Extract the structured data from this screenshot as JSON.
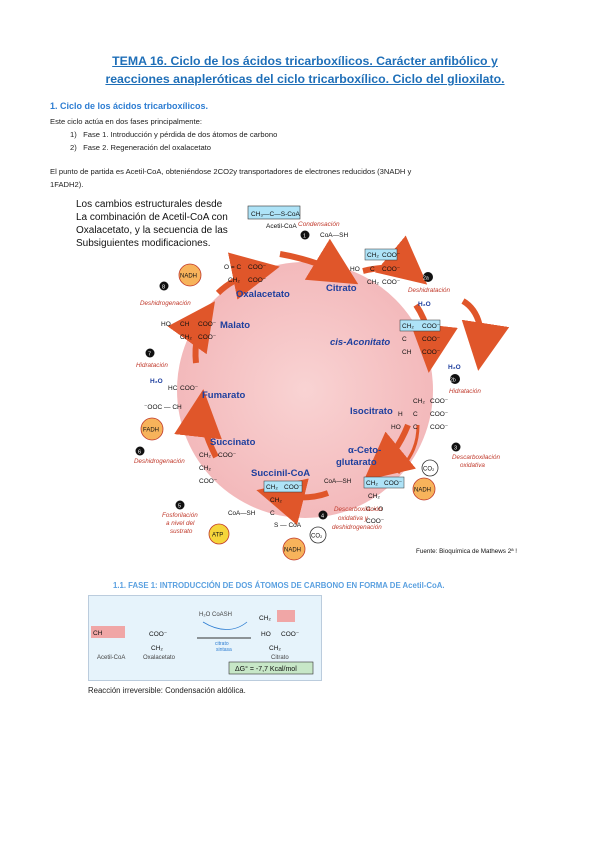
{
  "document": {
    "title_line1": "TEMA 16. Ciclo de los ácidos tricarboxílicos. Carácter anfibólico y",
    "title_line2": "reacciones anapleróticas del ciclo tricarboxílico. Ciclo del glioxilato.",
    "section1_heading": "1. Ciclo de los ácidos tricarboxílicos.",
    "intro": "Este ciclo actúa en dos fases principalmente:",
    "phases": [
      {
        "num": "1)",
        "text": "Fase 1. Introducción y pérdida de dos átomos de carbono"
      },
      {
        "num": "2)",
        "text": "Fase 2. Regeneración del oxalacetato"
      }
    ],
    "start_line1": "El punto de partida es Acetil-CoA, obteniéndose 2CO2y transportadores de electrones reducidos (3NADH y",
    "start_line2": "1FADH2).",
    "subsection_heading": "1.1. FASE 1: INTRODUCCIÓN DE DOS ÁTOMOS DE CARBONO EN FORMA DE Acetil-CoA.",
    "reaction_note": "Reacción irreversible: Condensación aldólica."
  },
  "cycle_figure": {
    "note_lines": [
      "Los cambios estructurales desde",
      "La combinación de Acetil-CoA con",
      "Oxalacetato, y la secuencia de las",
      "Subsiguientes modificaciones."
    ],
    "acetylcoa_label": "Acetil-CoA",
    "acetylcoa_formula": "CH₃—C—S-CoA",
    "coash": "CoA—SH",
    "metabolites": {
      "oxalacetato": "Oxalacetato",
      "citrato": "Citrato",
      "cis_aconitato": "cis-Aconitato",
      "isocitrato": "Isocitrato",
      "alfa_ceto_1": "α-Ceto-",
      "alfa_ceto_2": "glutarato",
      "succinil_coa": "Succinil-CoA",
      "succinato": "Succinato",
      "fumarato": "Fumarato",
      "malato": "Malato"
    },
    "steps": {
      "s1": "Condensación",
      "s2a": "Deshidratación",
      "s2b": "Hidratación",
      "s3_1": "Descarboxilación",
      "s3_2": "oxidativa",
      "s4_1": "Descarboxilación",
      "s4_2": "oxidativa y",
      "s4_3": "deshidrogenación",
      "s5_1": "Fosforilación",
      "s5_2": "a nivel del",
      "s5_3": "sustrato",
      "s6": "Deshidrogenación",
      "s7": "Hidratación",
      "s8": "Deshidrogenación"
    },
    "step_numbers": [
      "1",
      "2a",
      "2b",
      "3",
      "4",
      "5",
      "6",
      "7",
      "8"
    ],
    "small": {
      "h2o": "H₂O",
      "co2": "CO₂",
      "nadh": "NADH",
      "fadh": "FADH",
      "atp": "ATP",
      "coa_sh": "CoA—SH",
      "coo": "COO⁻",
      "ch2": "CH₂",
      "ho": "HO",
      "h": "H",
      "c": "C",
      "o_eq_c": "O = C",
      "ch": "CH",
      "ooc_ch": "⁻OOC — CH",
      "hc": "HC",
      "s_coa": "S — CoA",
      "c_eq_o": "C = O"
    },
    "source": "Fuente:  Bioquímica de Mathews 2ª !"
  },
  "reaction_figure": {
    "acetyl_label": "Acetil-CoA",
    "oxal_label": "Oxalacetato",
    "citrate_label": "Citrato",
    "h2o_coash": "H₂O   CoASH",
    "enzyme_1": "citrato",
    "enzyme_2": "sintasa",
    "dg": "ΔG° = -7,7 Kcal/mol"
  }
}
